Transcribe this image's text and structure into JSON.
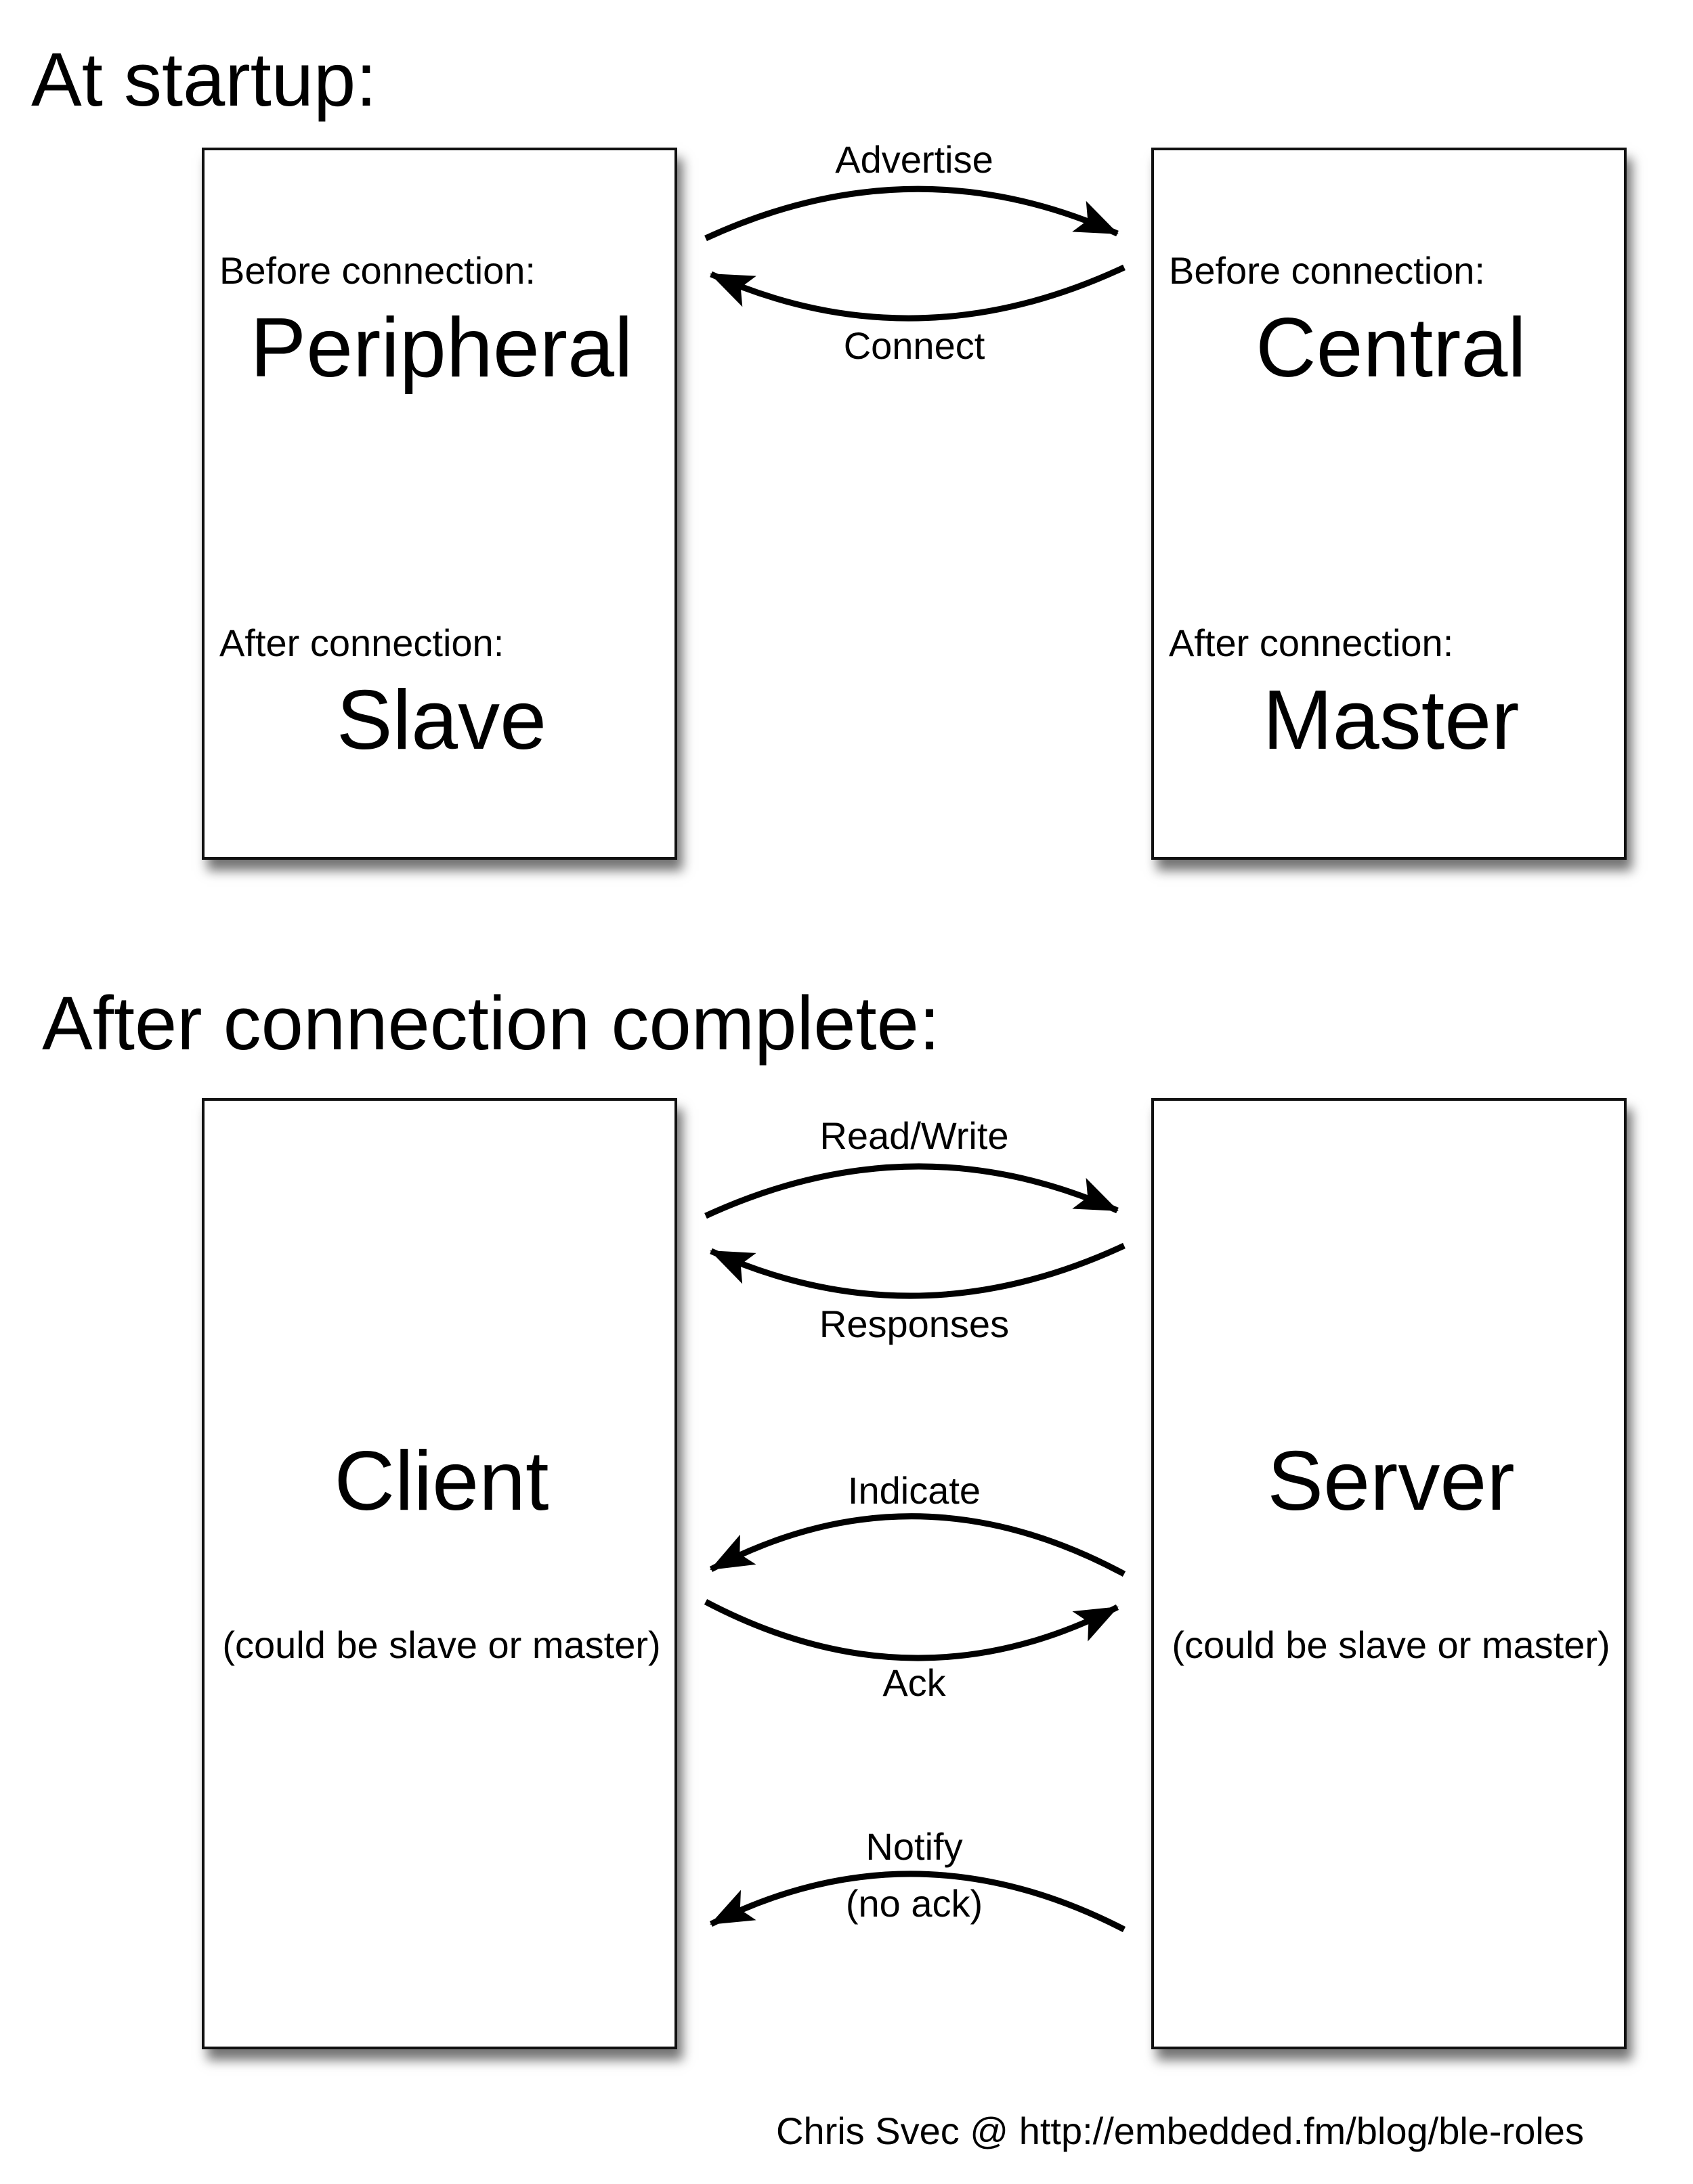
{
  "startup": {
    "title": "At startup:",
    "left_box": {
      "before_label": "Before connection:",
      "before_role": "Peripheral",
      "after_label": "After connection:",
      "after_role": "Slave"
    },
    "right_box": {
      "before_label": "Before connection:",
      "before_role": "Central",
      "after_label": "After connection:",
      "after_role": "Master"
    },
    "arrows": {
      "advertise": "Advertise",
      "connect": "Connect"
    }
  },
  "after": {
    "title": "After connection complete:",
    "left_box": {
      "role": "Client",
      "note": "(could be slave or master)"
    },
    "right_box": {
      "role": "Server",
      "note": "(could be slave or master)"
    },
    "arrows": {
      "read_write": "Read/Write",
      "responses": "Responses",
      "indicate": "Indicate",
      "ack": "Ack",
      "notify": "Notify",
      "no_ack": "(no ack)"
    }
  },
  "credit": "Chris Svec @ http://embedded.fm/blog/ble-roles"
}
